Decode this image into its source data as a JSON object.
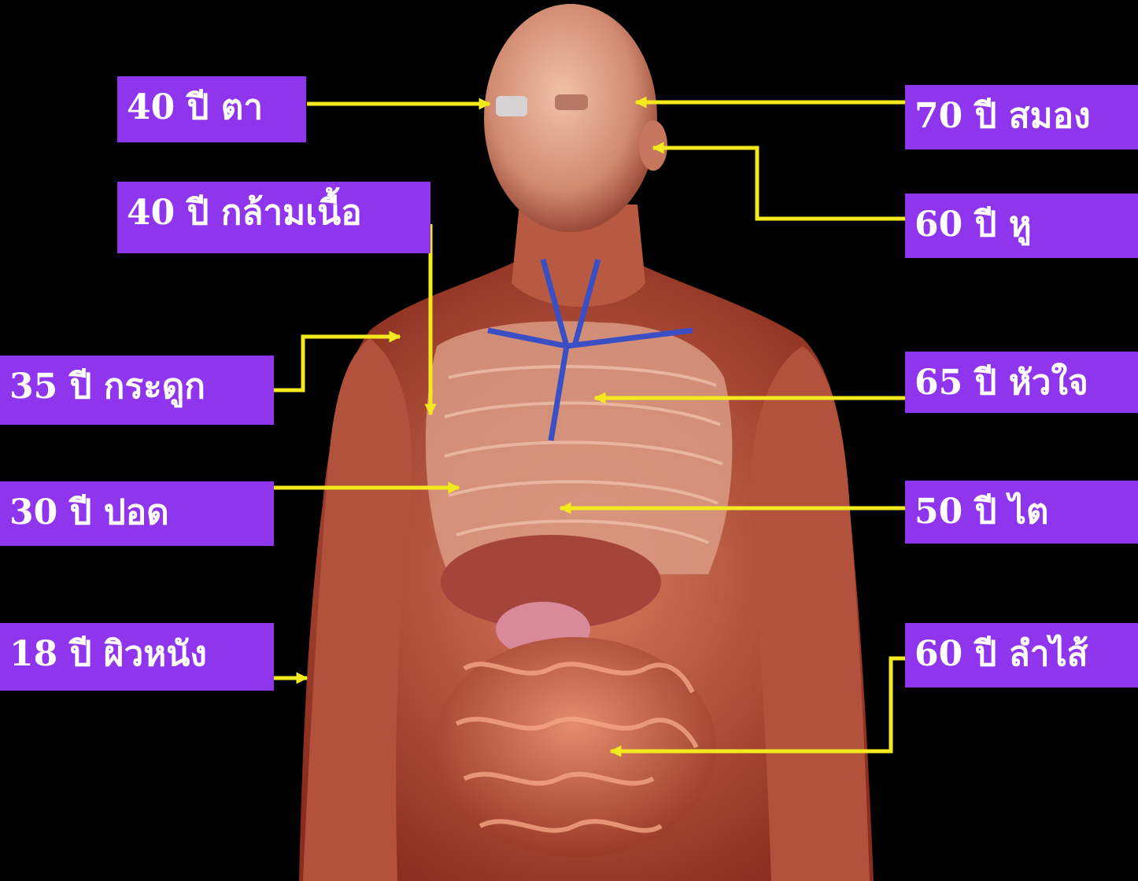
{
  "theme": {
    "background": "#000000",
    "label_background": "#8f35ee",
    "label_text": "#ffffff",
    "arrow": "#f2ea1e"
  },
  "labels": {
    "eye": "40 ปี ตา",
    "muscle": "40 ปี กล้ามเนื้อ",
    "bone": "35 ปี กระดูก",
    "lung": "30 ปี ปอด",
    "skin": "18 ปี ผิวหนัง",
    "brain": "70 ปี สมอง",
    "ear": "60 ปี หู",
    "heart": "65 ปี หัวใจ",
    "kidney": "50 ปี ไต",
    "intestine": "60 ปี ลำไส้"
  }
}
